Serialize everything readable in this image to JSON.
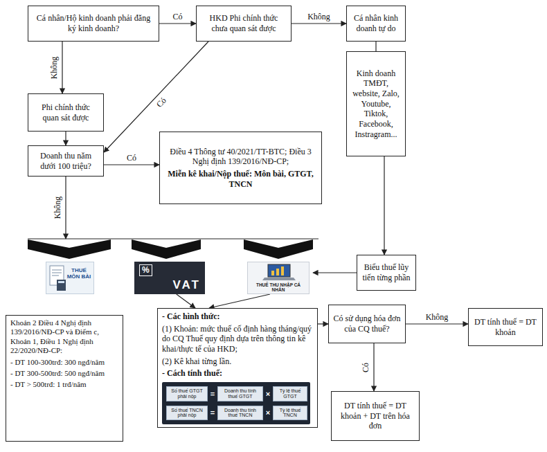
{
  "diagram": {
    "nodes": [
      {
        "text": [
          "Cá nhân/Hộ kinh doanh phải đăng ký kinh doanh?"
        ]
      },
      {
        "text": [
          "HKD Phi chính thức chưa quan sát được"
        ]
      },
      {
        "text": [
          "Cá nhân kinh doanh tự do"
        ]
      },
      {
        "text": [
          "Kinh doanh TMĐT, website, Zalo, Youtube, Tiktok, Facebook, Instragram..."
        ]
      },
      {
        "text": [
          "Phi chính thức quan sát được"
        ]
      },
      {
        "text": [
          "Doanh thu năm dưới 100 triệu?"
        ]
      },
      {
        "text": [
          "Điều 4 Thông tư 40/2021/TT-BTC; Điều 3 Nghị định 139/2016/NĐ-CP;",
          "Miễn kê khai/Nộp thuế: Môn bài, GTGT, TNCN"
        ]
      },
      {
        "text": [
          "THUẾ MÔN BÀI"
        ]
      },
      {
        "text": [
          "%",
          "VAT"
        ]
      },
      {
        "text": [
          "THUẾ THU NHẬP CÁ NHÂN"
        ]
      },
      {
        "text": [
          "Biểu thuế lũy tiến từng phần"
        ]
      },
      {
        "text": [
          "Khoản 2 Điều 4 Nghị định 139/2016/NĐ-CP và Điểm c, Khoản 1, Điều 1 Nghị định 22/2020/NĐ-CP:",
          "- DT 100-300trđ: 300 ngđ/năm",
          "- DT 300-500trđ: 500 ngđ/năm",
          "- DT > 500trđ: 1 trđ/năm"
        ]
      },
      {
        "text": [
          "- Các hình thức:",
          "(1) Khoản: mức thuế cố định hàng tháng/quý do CQ Thuế quy định dựa trên thông tin kê khai/thực tế của HKD;",
          "(2) Kê khai từng lần.",
          "- Cách tính thuế:"
        ]
      },
      {
        "text": [
          "Số thuế GTGT phải nộp"
        ],
        "in": 12
      },
      {
        "text": [
          "Doanh thu tính thuế GTGT"
        ],
        "in": 12
      },
      {
        "text": [
          "Tỷ lệ thuế GTGT"
        ],
        "in": 12
      },
      {
        "text": [
          "Số thuế TNCN phải nộp"
        ],
        "in": 12
      },
      {
        "text": [
          "Doanh thu tính thuế TNCN"
        ],
        "in": 12
      },
      {
        "text": [
          "Tỷ lệ thuế TNCN"
        ],
        "in": 12
      },
      {
        "text": [
          "Có sử dụng hóa đơn của CQ thuế?"
        ]
      },
      {
        "text": [
          "DT tính thuế = DT khoản"
        ]
      },
      {
        "text": [
          "DT tính thuế = DT khoản + DT trên hóa đơn"
        ]
      }
    ],
    "edges": [
      {
        "from": 0,
        "to": 1,
        "label": "Có",
        "arrow": "to"
      },
      {
        "from": 1,
        "to": 2,
        "label": "Không",
        "arrow": "to"
      },
      {
        "from": 0,
        "to": 4,
        "label": "Không",
        "arrow": "to"
      },
      {
        "from": 4,
        "to": 5,
        "arrow": "to"
      },
      {
        "from": 1,
        "to": 5,
        "label": "Có",
        "arrow": "to"
      },
      {
        "from": 5,
        "to": 6,
        "label": "Có",
        "arrow": "to"
      },
      {
        "from": 5,
        "to": 7,
        "label": "Không",
        "arrow": "to"
      },
      {
        "from": 2,
        "to": 3,
        "arrow": "none"
      },
      {
        "from": 3,
        "to": 10,
        "arrow": "to"
      },
      {
        "from": 10,
        "to": 9,
        "arrow": "to"
      },
      {
        "from": 8,
        "to": 12,
        "arrow": "to"
      },
      {
        "from": 9,
        "to": 12,
        "arrow": "to"
      },
      {
        "from": 12,
        "to": 19,
        "arrow": "to"
      },
      {
        "from": 19,
        "to": 20,
        "label": "Không",
        "arrow": "to"
      },
      {
        "from": 19,
        "to": 21,
        "label": "Có",
        "arrow": "to"
      }
    ],
    "labels": [
      "=",
      "×",
      "=",
      "×"
    ]
  }
}
